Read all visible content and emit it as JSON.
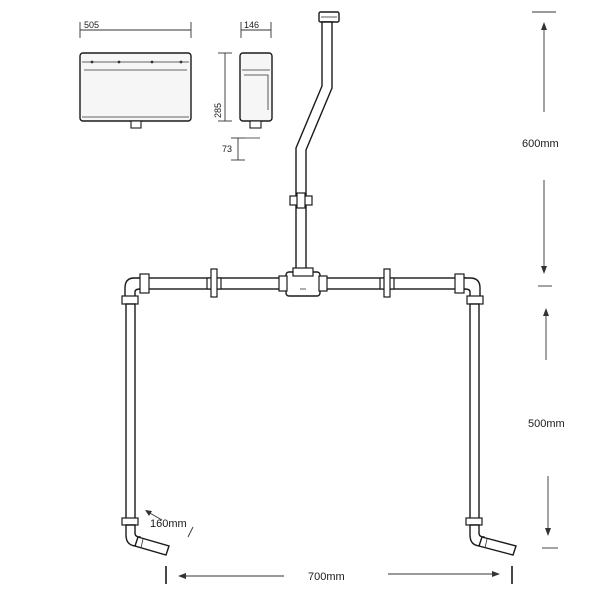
{
  "cistern": {
    "front_width": "505",
    "side_depth": "146",
    "height": "285",
    "outlet": "73"
  },
  "dimensions": {
    "height_top": "600mm",
    "height_bottom": "500mm",
    "width": "700mm",
    "outlet_offset": "160mm"
  },
  "colors": {
    "line": "#1a1a1a",
    "cistern_fill": "#f4f4f4",
    "background": "#ffffff"
  }
}
